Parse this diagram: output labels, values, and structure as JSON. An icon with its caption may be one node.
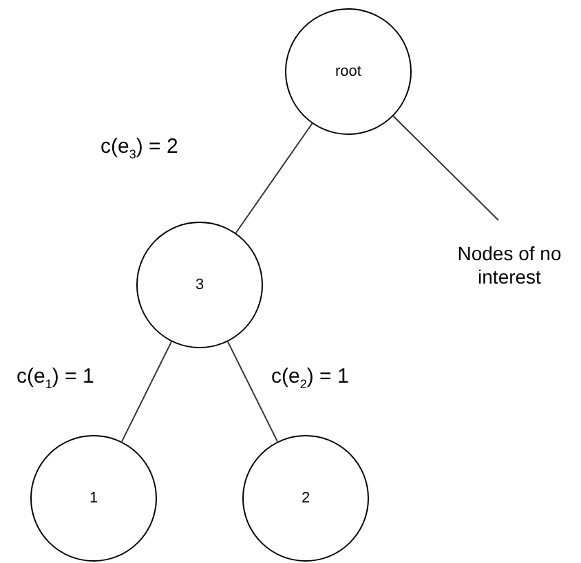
{
  "diagram": {
    "nodes": [
      {
        "text": [
          "root"
        ]
      },
      {
        "text": [
          "3"
        ]
      },
      {
        "text": [
          "1"
        ]
      },
      {
        "text": [
          "2"
        ]
      },
      {
        "text": [
          "Nodes of no interest"
        ]
      }
    ],
    "edges": [
      {
        "from": 0,
        "to": 1,
        "arrow": "none",
        "label": "c(e$_{3}$) = 2"
      },
      {
        "from": 0,
        "to": 4,
        "arrow": "none"
      },
      {
        "from": 1,
        "to": 2,
        "arrow": "none",
        "label": "c(e$_{1}$) = 1"
      },
      {
        "from": 1,
        "to": 3,
        "arrow": "none",
        "label": "c(e$_{2}$) = 1"
      }
    ]
  }
}
